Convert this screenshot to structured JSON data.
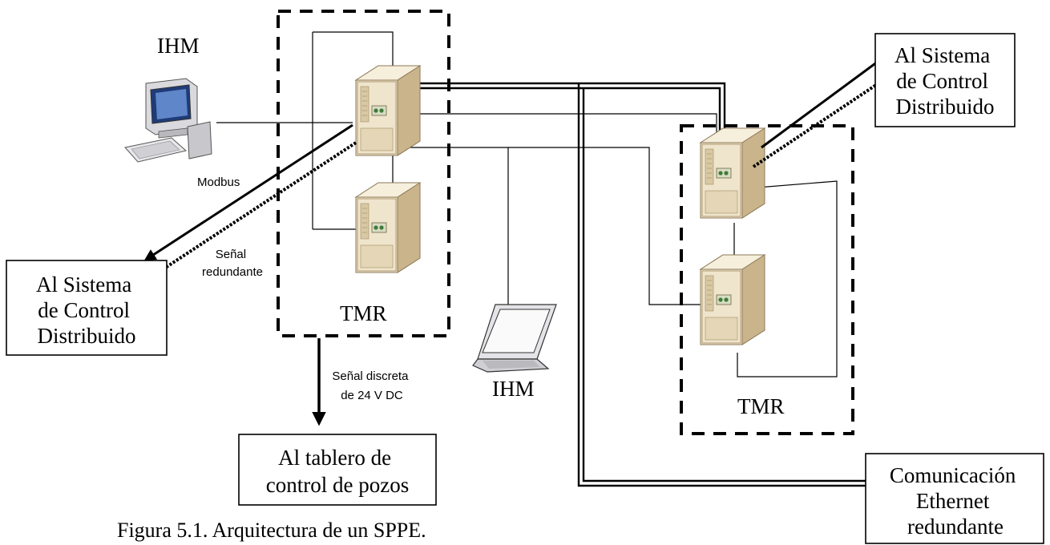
{
  "labels": {
    "ihm_top": "IHM",
    "ihm_bottom": "IHM",
    "tmr_left": "TMR",
    "tmr_right": "TMR",
    "modbus": "Modbus",
    "senal_redundante_1": "Señal",
    "senal_redundante_2": "redundante",
    "senal_discreta_1": "Señal discreta",
    "senal_discreta_2": "de 24 V DC"
  },
  "boxes": {
    "dcs_left": [
      "Al Sistema",
      "de Control",
      "Distribuido"
    ],
    "dcs_right": [
      "Al Sistema",
      "de Control",
      "Distribuido"
    ],
    "tablero": [
      "Al tablero de",
      "control de pozos"
    ],
    "ethernet": [
      "Comunicación",
      "Ethernet",
      "redundante"
    ]
  },
  "caption": "Figura 5.1. Arquitectura de un SPPE.",
  "icons": {
    "server": "server-tower-icon",
    "desktop": "desktop-computer-icon",
    "laptop": "laptop-icon"
  },
  "colors": {
    "server_body": "#ede2c8",
    "server_shadow": "#c9b48c",
    "server_dark": "#8e7a58",
    "led": "#3f7a3a"
  }
}
